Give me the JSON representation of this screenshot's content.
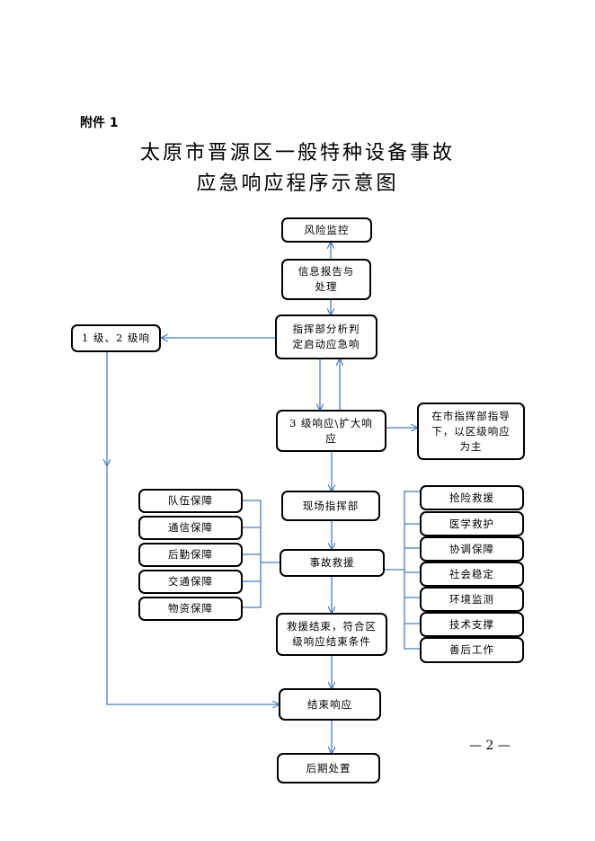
{
  "header": {
    "attachment": "附件 1",
    "title_line1": "太原市晋源区一般特种设备事故",
    "title_line2": "应急响应程序示意图"
  },
  "flow": {
    "risk_monitoring": "风险监控",
    "info_report": "信息报告与\n处理",
    "command_analysis": "指挥部分析判\n定启动应急响",
    "level12": "1 级、2 级响",
    "level3": "3 级响应\\扩大响\n应",
    "city_guidance": "在市指挥部指导\n下，以区级响应\n为主",
    "onsite_command": "现场指挥部",
    "rescue": "事故救援",
    "rescue_end": "救援结束，符合区\n级响应结束条件",
    "end_response": "结束响应",
    "aftermath": "后期处置"
  },
  "support": [
    "队伍保障",
    "通信保障",
    "后勤保障",
    "交通保障",
    "物资保障"
  ],
  "actions": [
    "抢险救援",
    "医学救护",
    "协调保障",
    "社会稳定",
    "环境监测",
    "技术支撑",
    "善后工作"
  ],
  "colors": {
    "connector": "#4a7ebb",
    "box_border": "#000000"
  },
  "footer": {
    "page_number": "— 2 —"
  }
}
